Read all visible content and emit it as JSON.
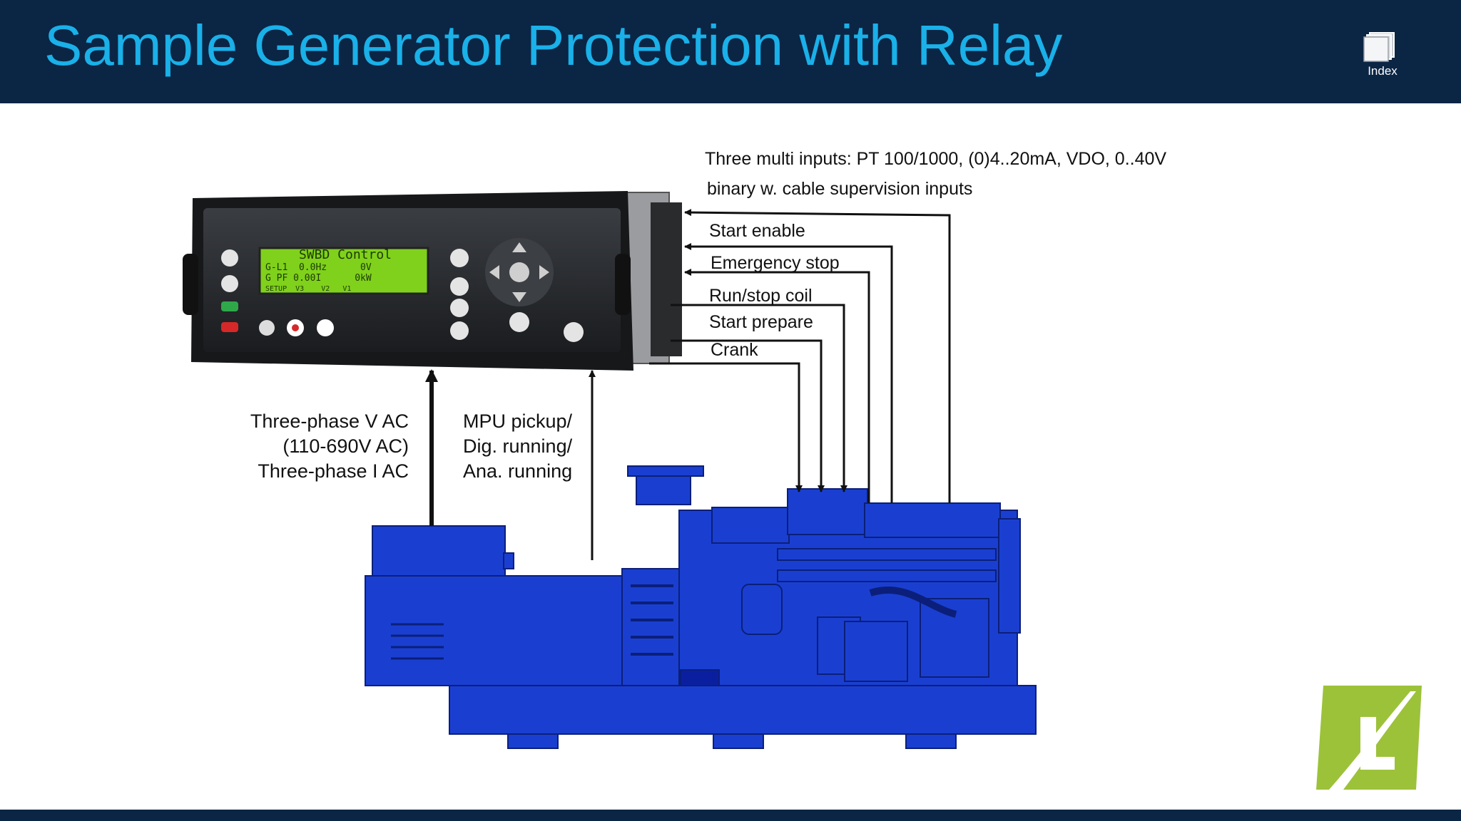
{
  "header": {
    "title": "Sample Generator Protection with Relay",
    "index_label": "Index",
    "index_icon": "stacked-pages-icon"
  },
  "controller": {
    "display_lines": [
      "SWBD Control",
      "G-L1  0.0Hz      0V",
      "G PF 0.00I      0kW",
      "SETUP  V3    V2   V1"
    ]
  },
  "signals": {
    "multi_inputs": "Three multi inputs: PT 100/1000, (0)4..20mA, VDO, 0..40V",
    "binary_inputs": "binary w. cable supervision inputs",
    "start_enable": "Start enable",
    "emergency_stop": "Emergency stop",
    "run_stop_coil": "Run/stop coil",
    "start_prepare": "Start prepare",
    "crank": "Crank"
  },
  "measurements": {
    "voltage_lines": [
      "Three-phase V AC",
      "(110-690V AC)",
      "Three-phase I AC"
    ],
    "pickup_lines": [
      "MPU pickup/",
      "Dig. running/",
      "Ana. running"
    ]
  },
  "colors": {
    "header_bg": "#0b2545",
    "title": "#1ab0e8",
    "generator": "#1a3fd0",
    "logo_green": "#9cc23a"
  }
}
